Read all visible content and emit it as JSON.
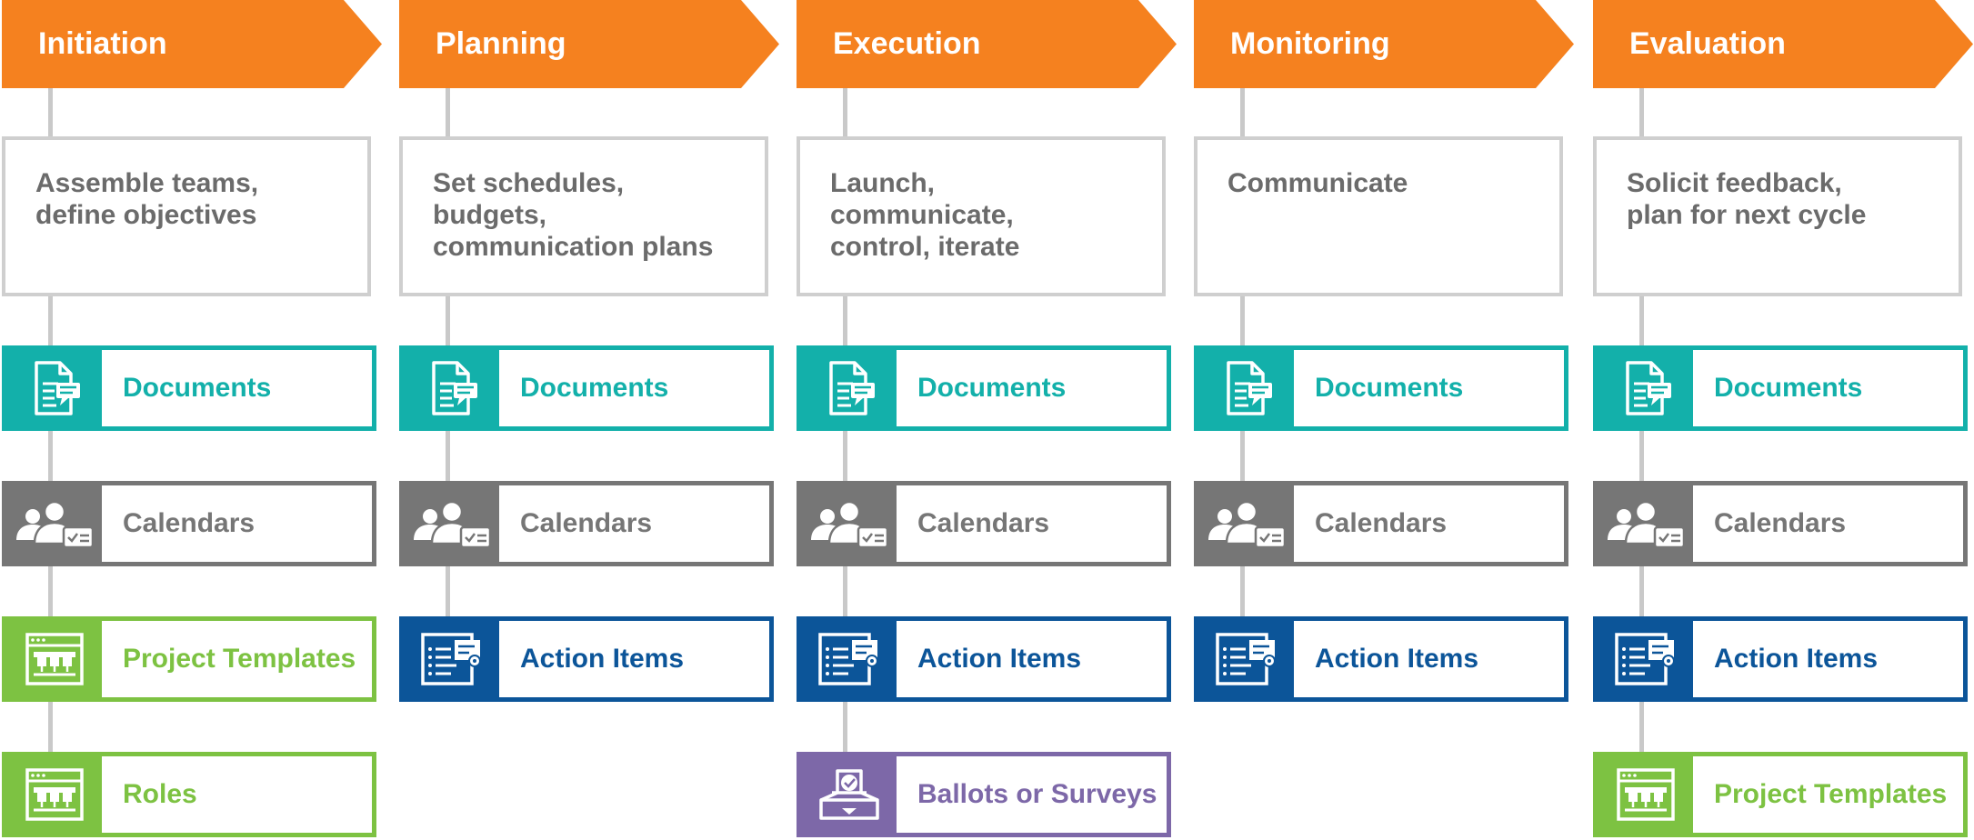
{
  "colors": {
    "phase": "#f5811f",
    "connector": "#c9c9c9",
    "description_border": "#cfcfcf",
    "description_text": "#6b6b6b",
    "documents": "#13b0aa",
    "calendars": "#767676",
    "project_templates": "#7dc242",
    "roles": "#7dc242",
    "action_items": "#0c5599",
    "ballots_or_surveys": "#7d68a8"
  },
  "phases": [
    {
      "id": "initiation",
      "title": "Initiation",
      "description": "Assemble teams,\ndefine objectives",
      "tools": [
        {
          "type": "documents",
          "label": "Documents",
          "icon": "document-icon"
        },
        {
          "type": "calendars",
          "label": "Calendars",
          "icon": "people-calendar-icon"
        },
        {
          "type": "project_templates",
          "label": "Project Templates",
          "icon": "template-icon"
        },
        {
          "type": "roles",
          "label": "Roles",
          "icon": "template-icon"
        }
      ]
    },
    {
      "id": "planning",
      "title": "Planning",
      "description": "Set schedules,\nbudgets,\ncommunication plans",
      "tools": [
        {
          "type": "documents",
          "label": "Documents",
          "icon": "document-icon"
        },
        {
          "type": "calendars",
          "label": "Calendars",
          "icon": "people-calendar-icon"
        },
        {
          "type": "action_items",
          "label": "Action Items",
          "icon": "action-list-icon"
        }
      ]
    },
    {
      "id": "execution",
      "title": "Execution",
      "description": "Launch,\ncommunicate,\ncontrol, iterate",
      "tools": [
        {
          "type": "documents",
          "label": "Documents",
          "icon": "document-icon"
        },
        {
          "type": "calendars",
          "label": "Calendars",
          "icon": "people-calendar-icon"
        },
        {
          "type": "action_items",
          "label": "Action Items",
          "icon": "action-list-icon"
        },
        {
          "type": "ballots_or_surveys",
          "label": "Ballots or Surveys",
          "icon": "ballot-box-icon"
        }
      ]
    },
    {
      "id": "monitoring",
      "title": "Monitoring",
      "description": "Communicate",
      "tools": [
        {
          "type": "documents",
          "label": "Documents",
          "icon": "document-icon"
        },
        {
          "type": "calendars",
          "label": "Calendars",
          "icon": "people-calendar-icon"
        },
        {
          "type": "action_items",
          "label": "Action Items",
          "icon": "action-list-icon"
        }
      ]
    },
    {
      "id": "evaluation",
      "title": "Evaluation",
      "description": "Solicit feedback,\nplan for next cycle",
      "tools": [
        {
          "type": "documents",
          "label": "Documents",
          "icon": "document-icon"
        },
        {
          "type": "calendars",
          "label": "Calendars",
          "icon": "people-calendar-icon"
        },
        {
          "type": "action_items",
          "label": "Action Items",
          "icon": "action-list-icon"
        },
        {
          "type": "project_templates",
          "label": "Project Templates",
          "icon": "template-icon"
        }
      ]
    }
  ]
}
